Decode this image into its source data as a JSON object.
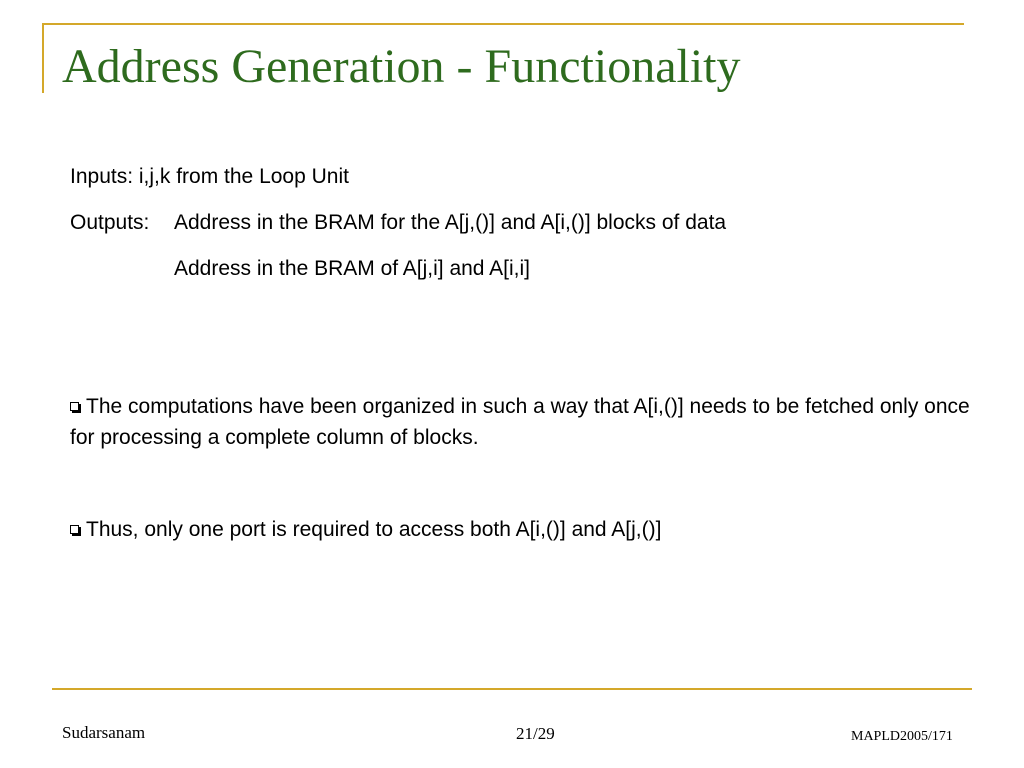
{
  "slide": {
    "title": "Address Generation - Functionality",
    "inputs_line": "Inputs: i,j,k from the Loop Unit",
    "outputs_label": "Outputs:",
    "outputs_line1": "Address in the BRAM for the A[j,()]  and A[i,()] blocks of data",
    "outputs_line2": "Address in the BRAM of A[j,i] and A[i,i]",
    "bullets": [
      "The computations have been organized in such a way that A[i,()] needs to be fetched only once for processing a complete column of blocks.",
      "Thus, only one port is required to access both A[i,()] and A[j,()]"
    ]
  },
  "footer": {
    "author": "Sudarsanam",
    "page_number": "21/29",
    "conference": "MAPLD2005/171"
  },
  "colors": {
    "accent": "#D4A82A",
    "title": "#2E6B1E"
  },
  "icons": {
    "bullet": "hollow-square-bullet-icon"
  }
}
